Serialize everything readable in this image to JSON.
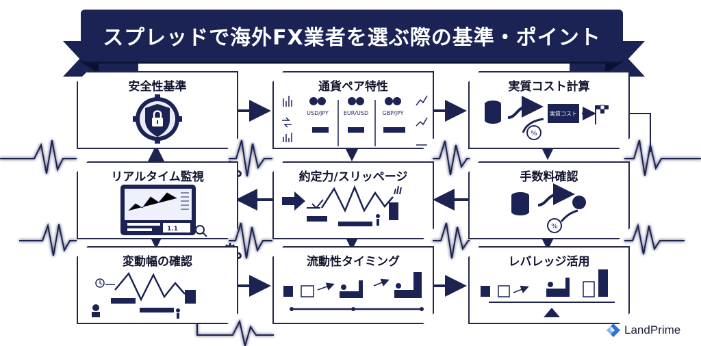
{
  "title": "スプレッドで海外FX業者を選ぶ際の基準・ポイント",
  "boxes": {
    "safety": {
      "title": "安全性基準"
    },
    "currency": {
      "title": "通貨ペア特性",
      "pairs": [
        "USD/JPY",
        "EUR/USD",
        "GBP/JPY"
      ]
    },
    "cost": {
      "title": "実質コスト計算",
      "label": "実質コスト"
    },
    "realtime": {
      "title": "リアルタイム監視",
      "value": "1.1"
    },
    "execution": {
      "title": "約定力/スリッページ"
    },
    "fee": {
      "title": "手数料確認"
    },
    "volatility": {
      "title": "変動幅の確認"
    },
    "liquidity": {
      "title": "流動性タイミング"
    },
    "leverage": {
      "title": "レバレッジ活用"
    }
  },
  "brand": {
    "name": "LandPrime"
  },
  "colors": {
    "navy": "#1b2254",
    "border": "#23284a",
    "glow": "#6a78c8"
  }
}
